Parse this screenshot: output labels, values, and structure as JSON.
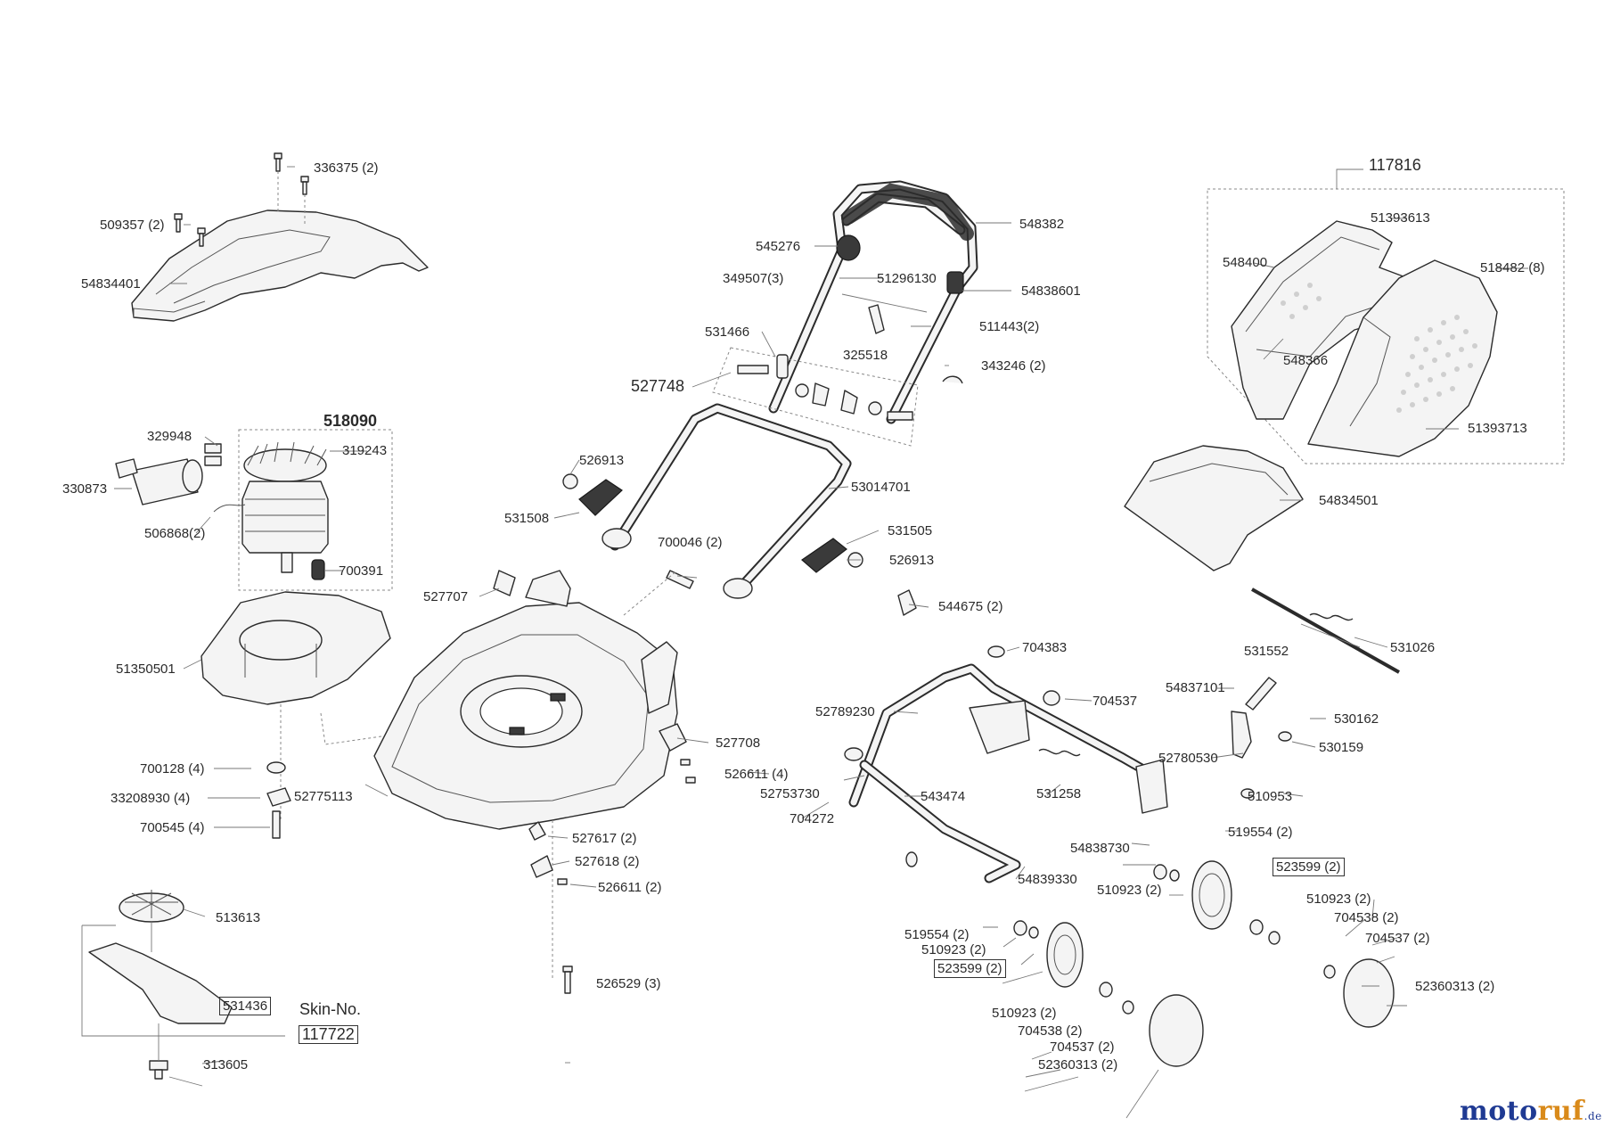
{
  "diagram": {
    "group_labels": {
      "grass_box": "117816",
      "motor_assembly": "518090",
      "handle_fittings": "527748"
    },
    "skin_label": "Skin-No.",
    "skin_number": "117722",
    "parts": {
      "p336375": "336375 (2)",
      "p509357": "509357 (2)",
      "p54834401": "54834401",
      "p548382": "548382",
      "p545276": "545276",
      "p349507": "349507(3)",
      "p51296130": "51296130",
      "p54838601": "54838601",
      "p531466": "531466",
      "p511443": "511443(2)",
      "p325518": "325518",
      "p343246": "343246 (2)",
      "p51393613": "51393613",
      "p548400": "548400",
      "p518482": "518482 (8)",
      "p548366": "548366",
      "p51393713": "51393713",
      "p329948": "329948",
      "p319243": "319243",
      "p330873": "330873",
      "p506868": "506868(2)",
      "p700391": "700391",
      "p526913a": "526913",
      "p531508": "531508",
      "p53014701": "53014701",
      "p54834501": "54834501",
      "p531505": "531505",
      "p526913b": "526913",
      "p700046": "700046 (2)",
      "p527707": "527707",
      "p544675": "544675 (2)",
      "p51350501": "51350501",
      "p531552": "531552",
      "p531026": "531026",
      "p704383": "704383",
      "p704537a": "704537",
      "p54837101": "54837101",
      "p52789230": "52789230",
      "p530162": "530162",
      "p530159": "530159",
      "p527708": "527708",
      "p52780530": "52780530",
      "p700128": "700128 (4)",
      "p526611a": "526611 (4)",
      "p52753730": "52753730",
      "p543474": "543474",
      "p531258": "531258",
      "p510953": "510953",
      "p33208930": "33208930 (4)",
      "p52775113": "52775113",
      "p704272": "704272",
      "p700545": "700545 (4)",
      "p527617": "527617 (2)",
      "p54838730": "54838730",
      "p519554a": "519554 (2)",
      "p527618": "527618 (2)",
      "p526611b": "526611 (2)",
      "p523599a": "523599 (2)",
      "p54839330": "54839330",
      "p510923a": "510923 (2)",
      "p510923b": "510923 (2)",
      "p704538a": "704538 (2)",
      "p513613": "513613",
      "p519554b": "519554 (2)",
      "p704537b": "704537 (2)",
      "p510923c": "510923 (2)",
      "p523599b": "523599 (2)",
      "p52360313a": "52360313 (2)",
      "p526529": "526529 (3)",
      "p531436": "531436",
      "p510923d": "510923 (2)",
      "p704538b": "704538 (2)",
      "p704537c": "704537 (2)",
      "p313605": "313605",
      "p52360313b": "52360313 (2)"
    }
  },
  "watermark": {
    "brand_main": "moto",
    "brand_accent": "ruf",
    "brand_tld": ".de"
  }
}
